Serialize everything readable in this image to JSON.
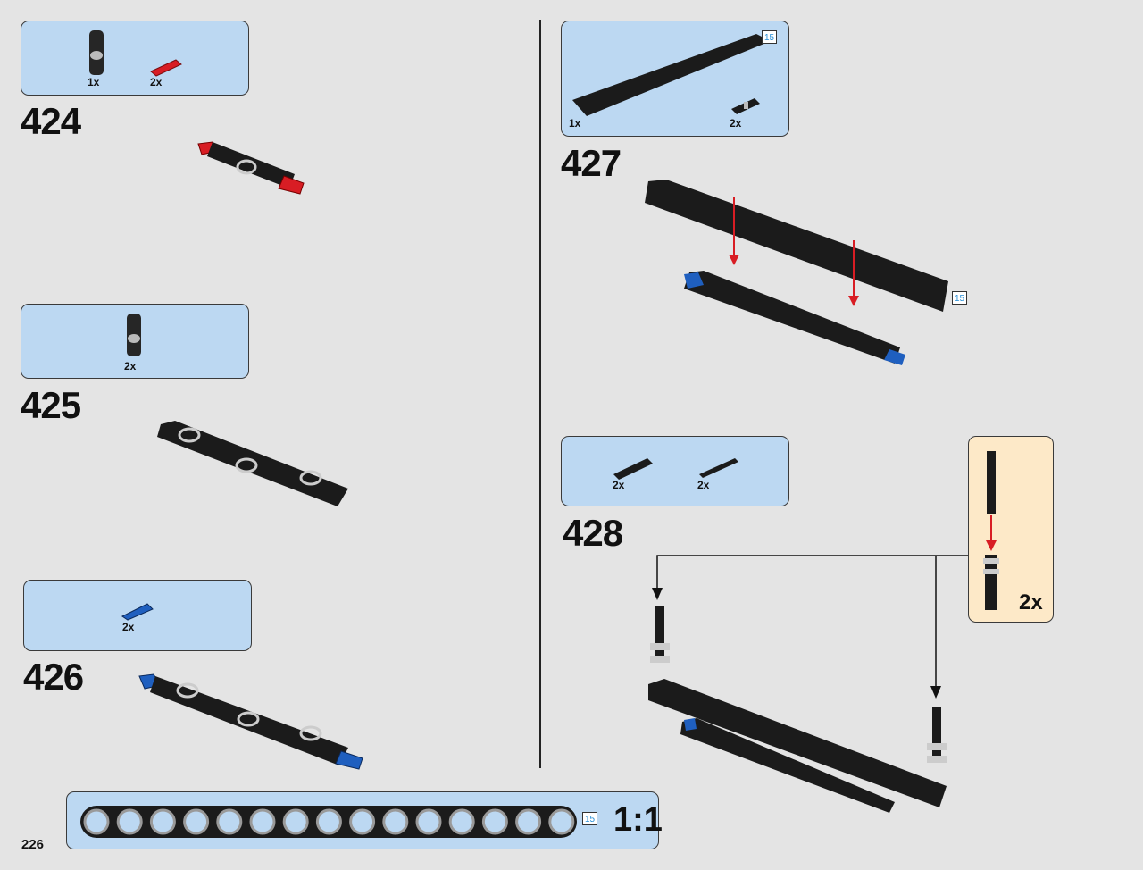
{
  "page_number": "226",
  "steps": [
    {
      "number": "424",
      "parts": [
        {
          "icon": "connector-pin-icon",
          "qty": "1x"
        },
        {
          "icon": "red-axle-pin-icon",
          "qty": "2x"
        }
      ]
    },
    {
      "number": "425",
      "parts": [
        {
          "icon": "connector-pin-icon",
          "qty": "2x"
        }
      ]
    },
    {
      "number": "426",
      "parts": [
        {
          "icon": "blue-axle-pin-icon",
          "qty": "2x"
        }
      ]
    },
    {
      "number": "427",
      "parts": [
        {
          "icon": "beam-15-icon",
          "qty": "1x"
        },
        {
          "icon": "bush-pin-icon",
          "qty": "2x"
        }
      ],
      "beam_length": "15",
      "beam_tag": "15"
    },
    {
      "number": "428",
      "parts": [
        {
          "icon": "bush-pin-icon",
          "qty": "2x"
        },
        {
          "icon": "axle-icon",
          "qty": "2x"
        }
      ]
    }
  ],
  "subassembly": {
    "qty": "2x"
  },
  "scale_guide": {
    "length": "15",
    "scale": "1:1"
  },
  "colors": {
    "panel": "#bcd8f2",
    "callout": "#fde9c8",
    "red": "#d81d24",
    "blue": "#1f5fbf",
    "part_black": "#1b1b1b"
  }
}
